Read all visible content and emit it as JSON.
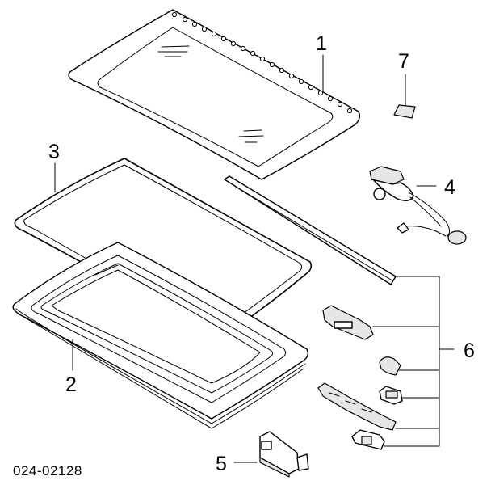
{
  "diagram": {
    "code": "024-02128",
    "callouts": {
      "c1": "1",
      "c2": "2",
      "c3": "3",
      "c4": "4",
      "c5": "5",
      "c6": "6",
      "c7": "7"
    }
  }
}
